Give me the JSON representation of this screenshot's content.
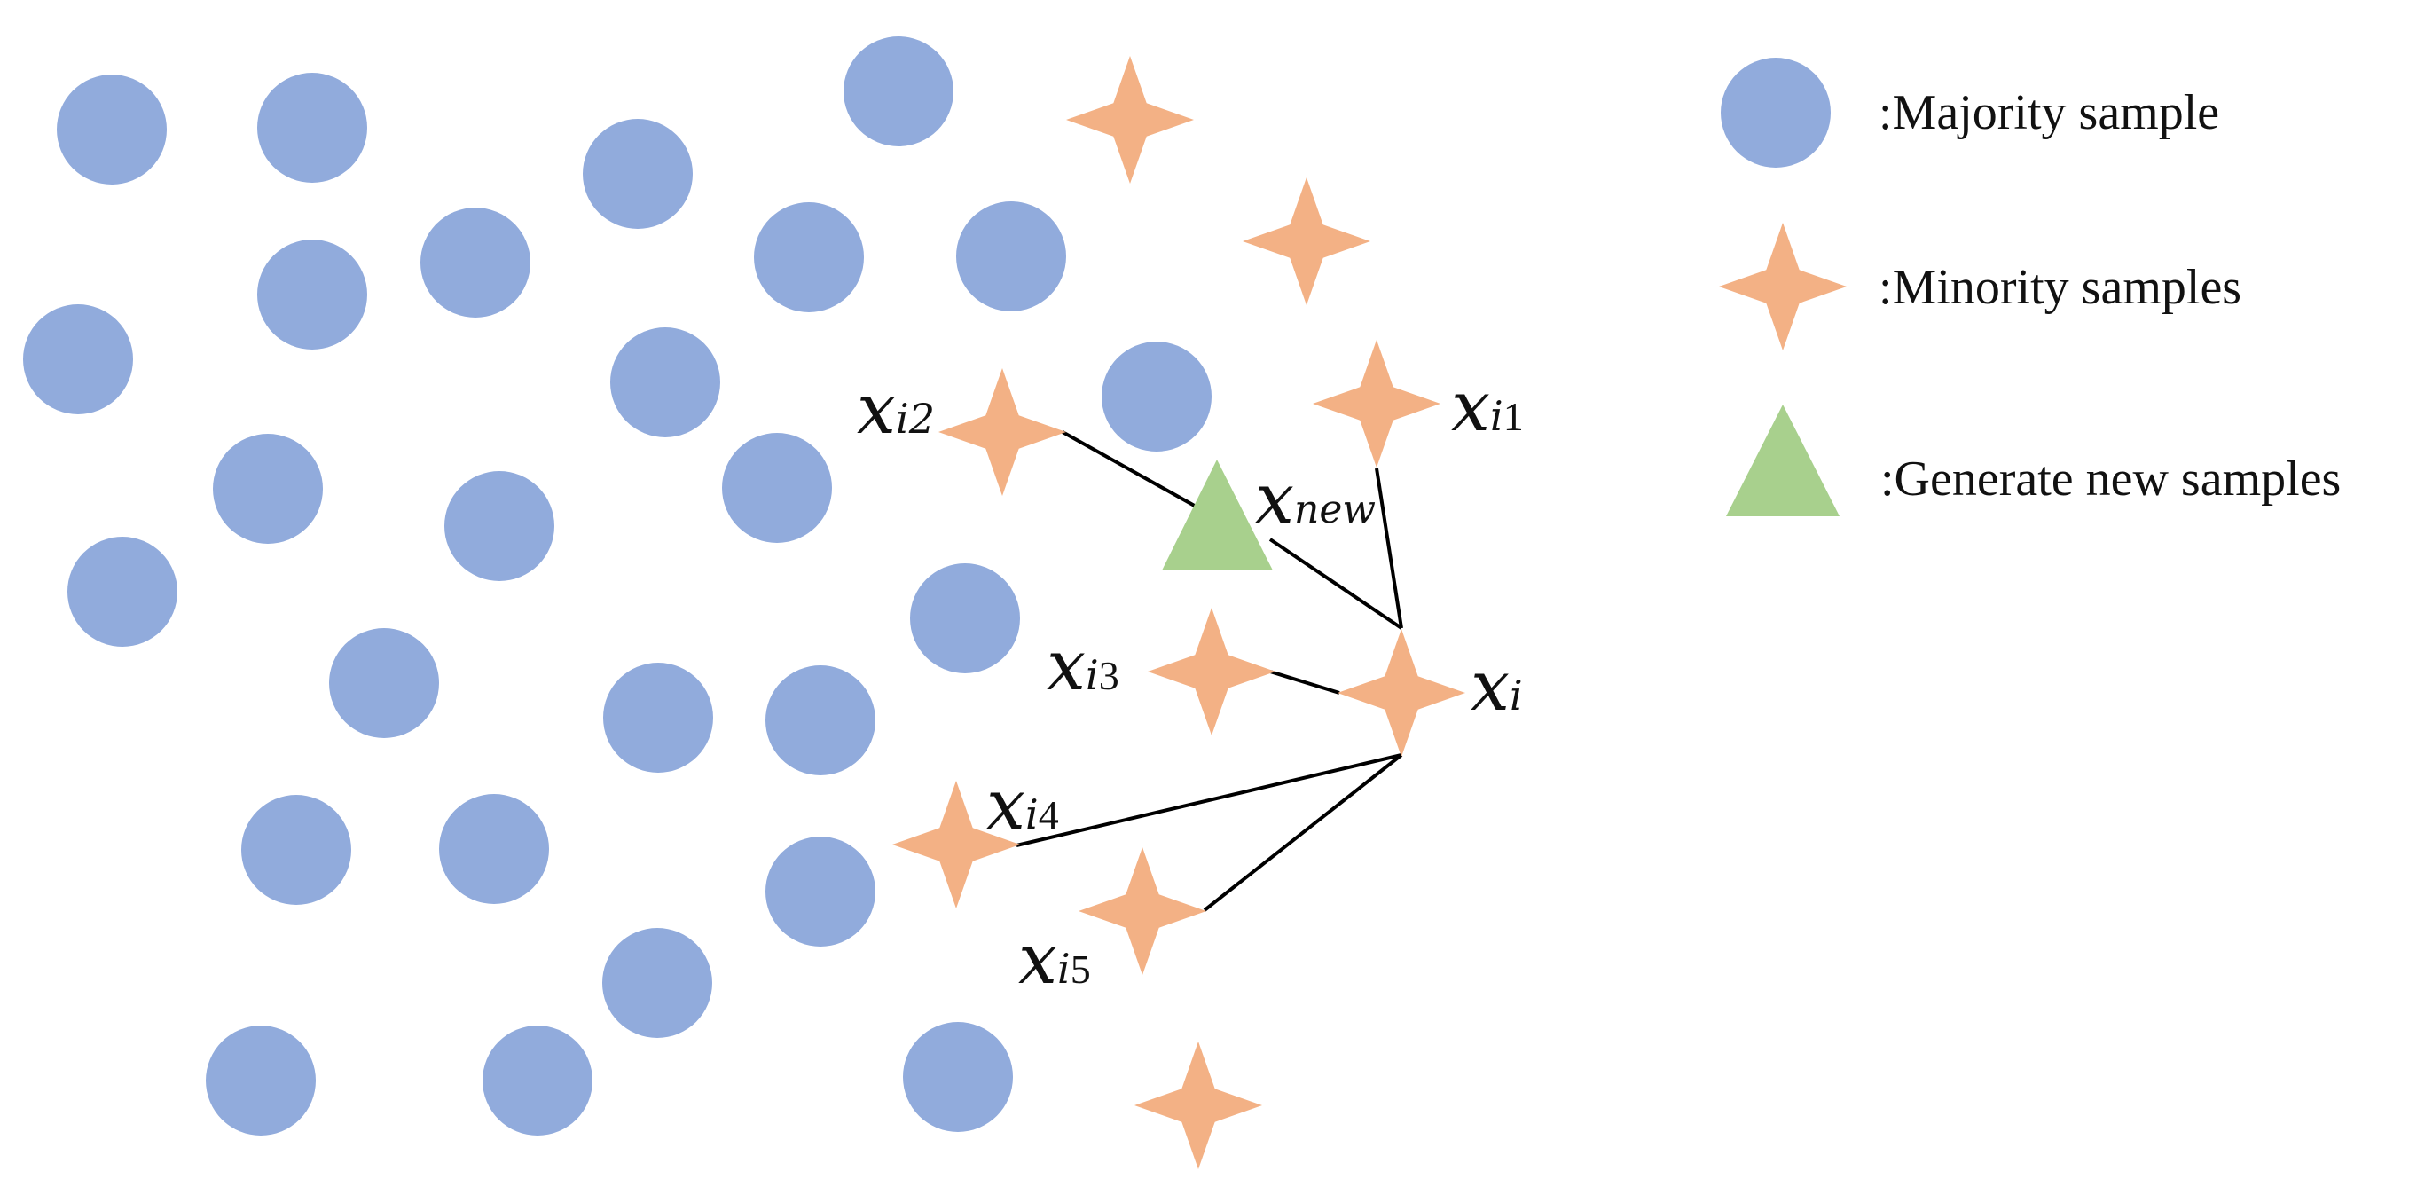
{
  "colors": {
    "majority": "#91ABDC",
    "minority": "#F3B185",
    "generated": "#A8D08D",
    "line": "#000000"
  },
  "labels": {
    "xi1": {
      "base": "x",
      "sub_italic": "i",
      "sub_tail": "1"
    },
    "xi2": {
      "base": "x",
      "sub_italic": "i",
      "sub_tail": "2"
    },
    "xi3": {
      "base": "x",
      "sub_italic": "i",
      "sub_tail": "3"
    },
    "xi4": {
      "base": "x",
      "sub_italic": "i",
      "sub_tail": "4"
    },
    "xi5": {
      "base": "x",
      "sub_italic": "i",
      "sub_tail": "5"
    },
    "xi": {
      "base": "x",
      "sub_italic": "i",
      "sub_tail": ""
    },
    "xnew": {
      "base": "x",
      "sub_italic": "new",
      "sub_tail": ""
    }
  },
  "legend": {
    "majority_label": ":Majority sample",
    "minority_label": ":Minority samples",
    "generated_label": ":Generate new samples"
  }
}
